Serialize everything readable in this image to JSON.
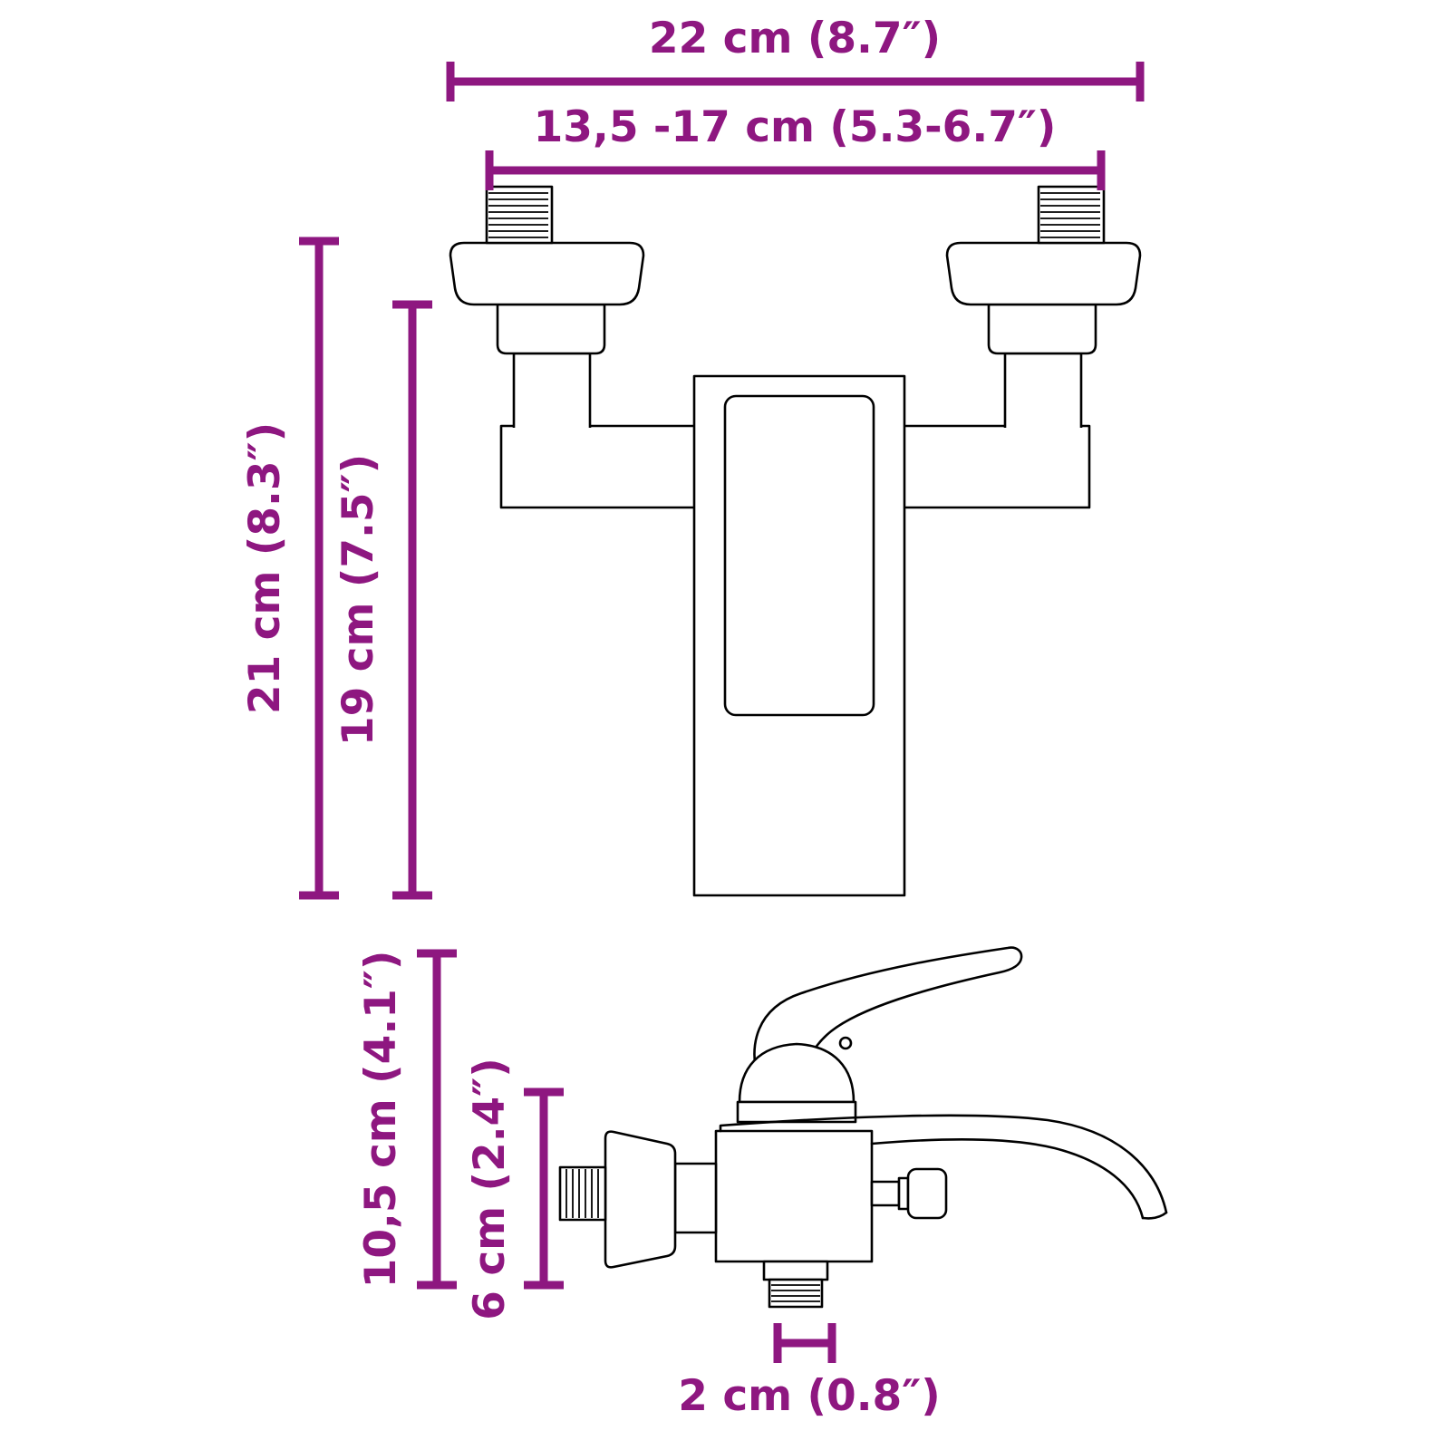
{
  "colors": {
    "accent": "#8E1780",
    "line": "#000000",
    "background": "#FFFFFF"
  },
  "dimensions": {
    "total_width": "22 cm (8.7″)",
    "connector_spacing": "13,5 -17 cm (5.3-6.7″)",
    "total_height": "21 cm (8.3″)",
    "lower_height": "19 cm (7.5″)",
    "side_height": "10,5 cm (4.1″)",
    "side_lower_height": "6 cm (2.4″)",
    "outlet_width": "2 cm (0.8″)"
  }
}
